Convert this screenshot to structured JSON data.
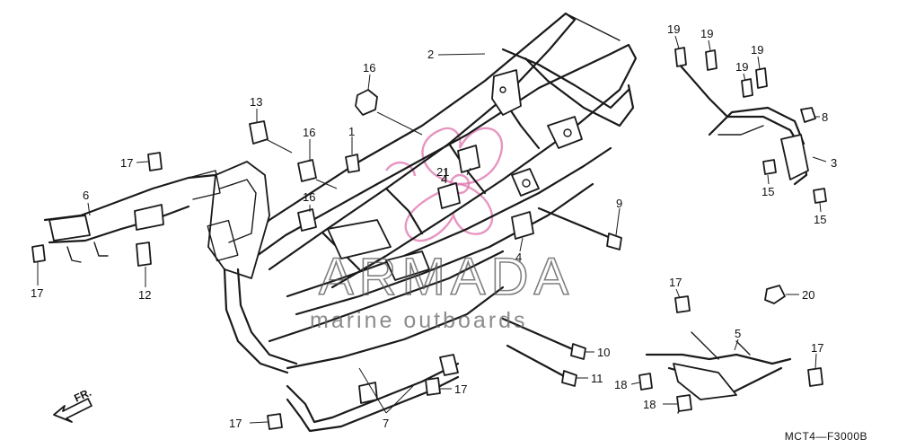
{
  "diagram": {
    "code": "MCT4—F3000B",
    "direction_label": "FR."
  },
  "watermark": {
    "brand": "ARMADA",
    "tagline": "marine outboards",
    "logo": "armada-flower-logo"
  },
  "callouts": {
    "c1": "1",
    "c2": "2",
    "c3": "3",
    "c4a": "4",
    "c4b": "4",
    "c5": "5",
    "c6": "6",
    "c7": "7",
    "c8": "8",
    "c9": "9",
    "c10": "10",
    "c11": "11",
    "c12": "12",
    "c13": "13",
    "c15a": "15",
    "c15b": "15",
    "c16a": "16",
    "c16b": "16",
    "c16c": "16",
    "c17a": "17",
    "c17b": "17",
    "c17c": "17",
    "c17d": "17",
    "c17e": "17",
    "c18a": "18",
    "c18b": "18",
    "c19a": "19",
    "c19b": "19",
    "c19c": "19",
    "c19d": "19",
    "c20": "20",
    "c21": "21"
  }
}
